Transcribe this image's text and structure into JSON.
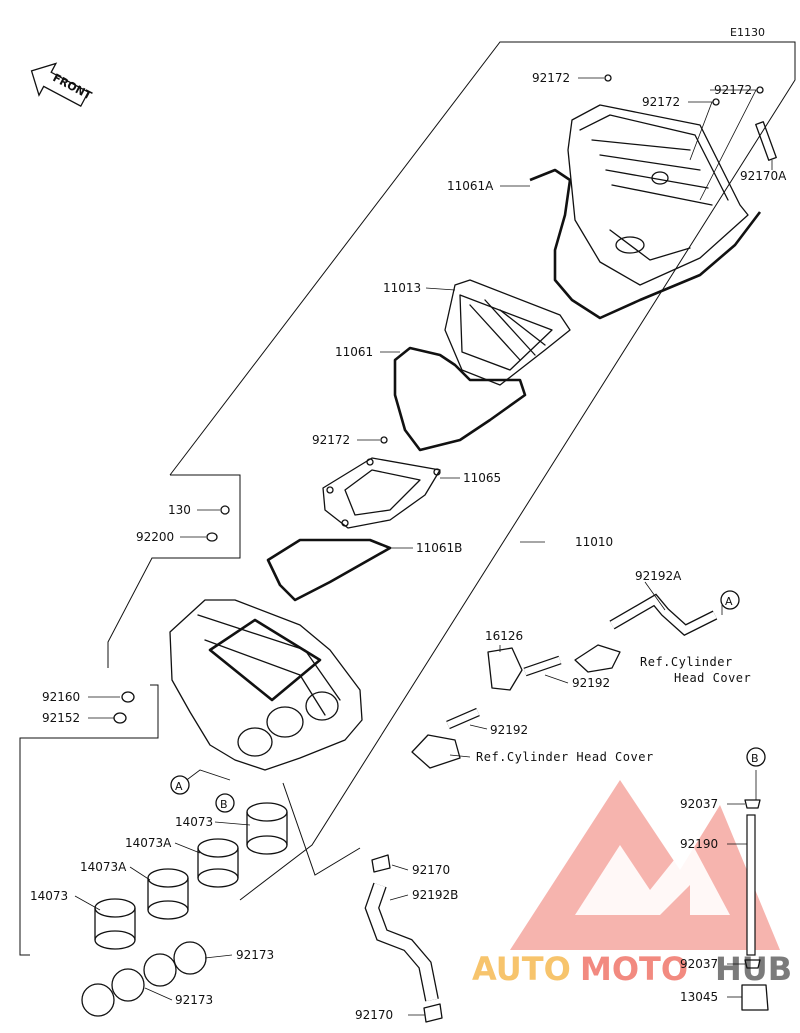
{
  "diagram_code": "E1130",
  "front_label": "FRONT",
  "watermark": {
    "word_1": "AUTO",
    "word_2": "MOTO",
    "word_3": "HUB",
    "color_logo": "#f28a80",
    "color_auto": "#f7c46c",
    "color_moto": "#f28a80",
    "color_hub": "#7b7b7b"
  },
  "callouts": {
    "a": "A",
    "b": "B"
  },
  "parts": {
    "p92172_top": "92172",
    "p92172_mid": "92172",
    "p92172_right": "92172",
    "p92170a": "92170A",
    "p11061a": "11061A",
    "p11013": "11013",
    "p11061": "11061",
    "p92172_low": "92172",
    "p11065": "11065",
    "p130": "130",
    "p92200": "92200",
    "p11061b": "11061B",
    "p11010": "11010",
    "p92192a": "92192A",
    "p16126": "16126",
    "ref_head_cover_1_line1": "Ref.Cylinder",
    "ref_head_cover_1_line2": "Head Cover",
    "p92192_a": "92192",
    "p92192_b": "92192",
    "ref_head_cover_2": "Ref.Cylinder Head Cover",
    "p92160": "92160",
    "p92152": "92152",
    "p14073_top": "14073",
    "p14073a_top": "14073A",
    "p14073a_low": "14073A",
    "p14073_left": "14073",
    "p92170_mid": "92170",
    "p92192b": "92192B",
    "p92173_a": "92173",
    "p92173_b": "92173",
    "p92170_low": "92170",
    "p92037_top": "92037",
    "p92190": "92190",
    "p92037_low": "92037",
    "p13045": "13045"
  }
}
